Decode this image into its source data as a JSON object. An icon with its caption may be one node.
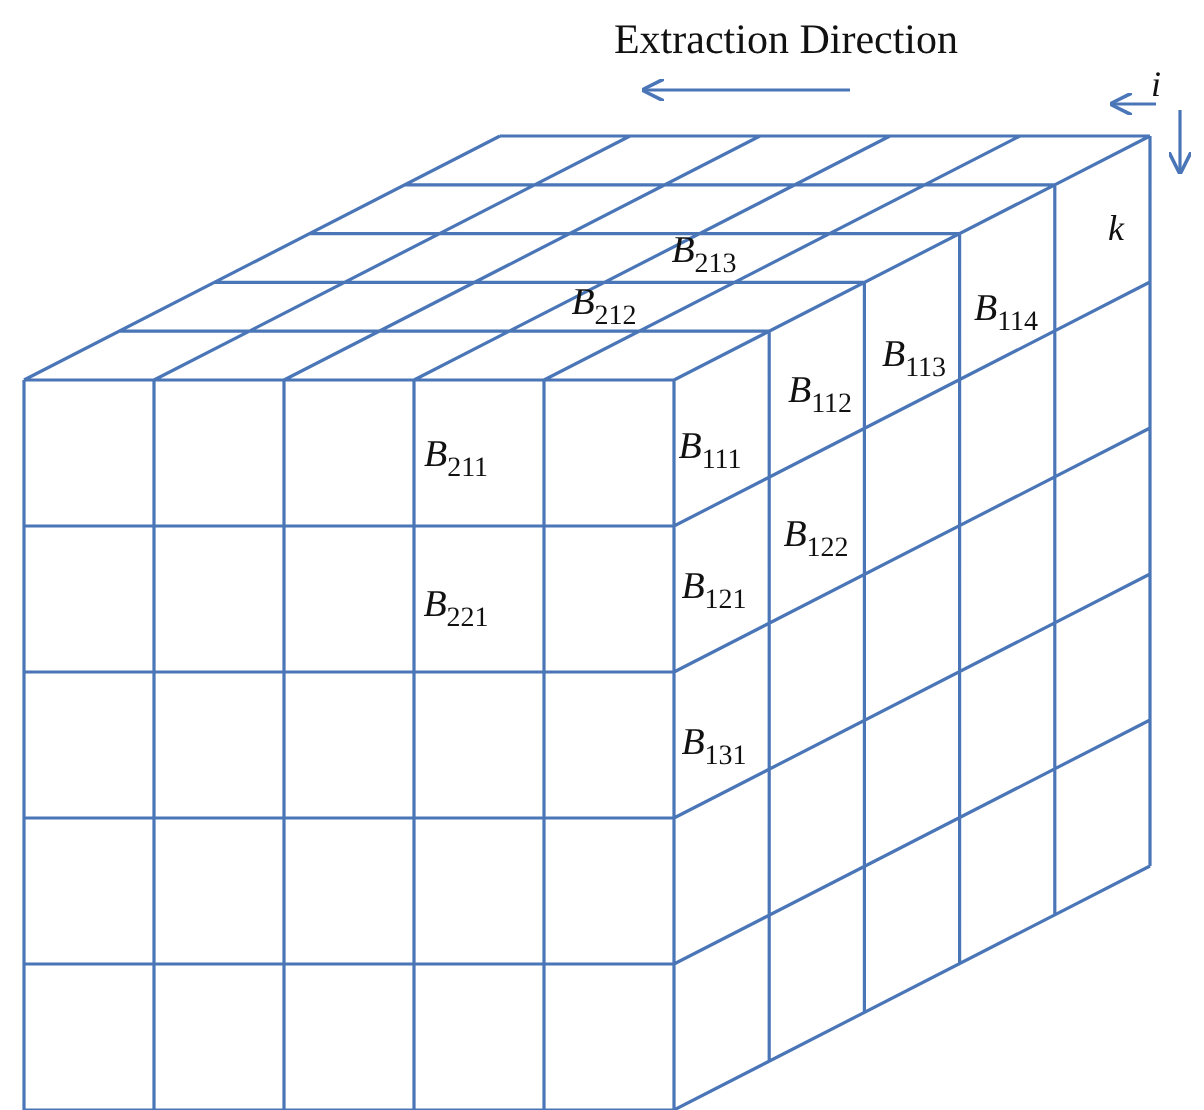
{
  "diagram": {
    "labels": [
      "Extraction Direction",
      "i",
      "k",
      "B$_{213}$",
      "B$_{212}$",
      "B$_{114}$",
      "B$_{113}$",
      "B$_{112}$",
      "B$_{211}$",
      "B$_{111}$",
      "B$_{122}$",
      "B$_{221}$",
      "B$_{121}$",
      "B$_{131}$"
    ]
  }
}
